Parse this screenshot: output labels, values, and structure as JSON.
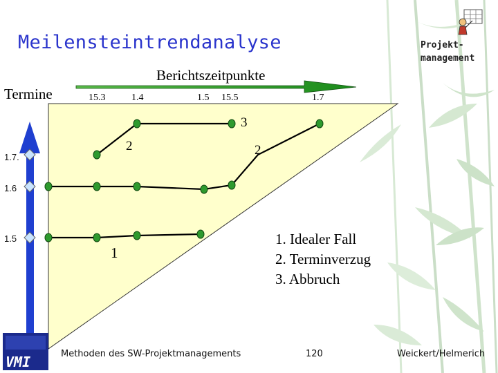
{
  "slide": {
    "title": "Meilensteintrendanalyse",
    "logo_text": "Projekt-\nmanagement",
    "logo_line1": "Projekt-",
    "logo_line2": "management"
  },
  "diagram": {
    "y_axis_label": "Termine",
    "x_axis_label": "Berichtszeitpunkte",
    "x_ticks": [
      "15.3",
      "1.4",
      "1.5",
      "15.5",
      "1.7"
    ],
    "y_ticks": [
      "1.7.",
      "1.6",
      "1.5"
    ],
    "line_labels": {
      "case1": "1",
      "case2_a": "2",
      "case2_b": "2",
      "case3": "3"
    },
    "colors": {
      "triangle_fill": "#ffffcc",
      "milestone_green": "#2e9a2e",
      "axis_blue": "#1f3fd0",
      "arrow_green": "#1a8a1a"
    }
  },
  "legend": {
    "items": [
      "1.  Idealer Fall",
      "2.  Terminverzug",
      "3.  Abbruch"
    ]
  },
  "footer": {
    "course": "Methoden des SW-Projektmanagements",
    "page": "120",
    "authors": "Weickert/Helmerich",
    "logo_text": "VMI"
  }
}
